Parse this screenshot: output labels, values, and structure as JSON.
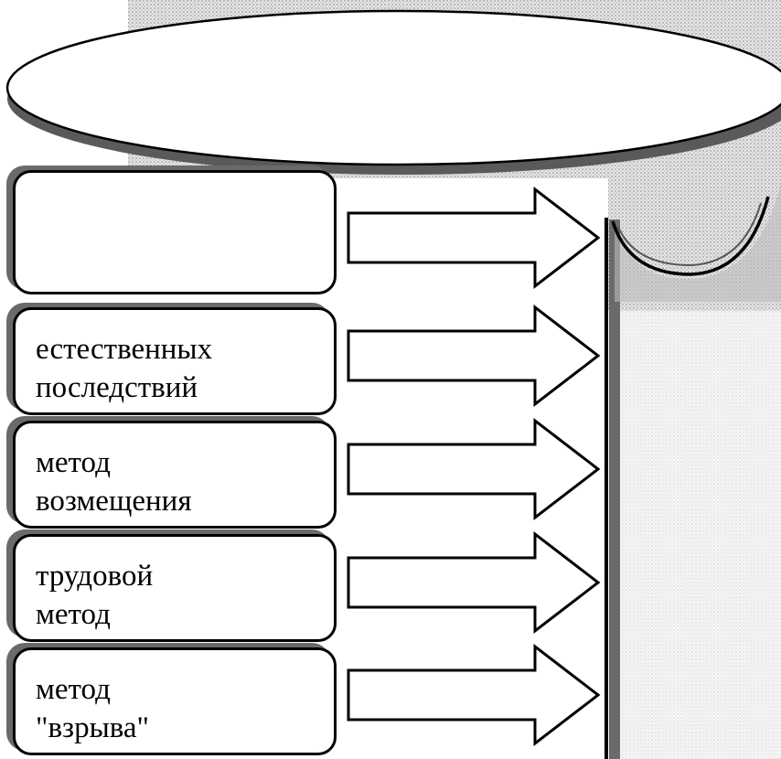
{
  "diagram": {
    "top_ellipse_text": "",
    "methods": [
      {
        "line1": "",
        "line2": ""
      },
      {
        "line1": "естественных",
        "line2": "последствий"
      },
      {
        "line1": "метод",
        "line2": "возмещения"
      },
      {
        "line1": "трудовой",
        "line2": "метод"
      },
      {
        "line1": "метод",
        "line2": "\"взрыва\""
      }
    ],
    "colors": {
      "stroke": "#000000",
      "fill": "#ffffff",
      "shadow": "#6a6a6a",
      "texture": "#c8c8c8"
    }
  }
}
